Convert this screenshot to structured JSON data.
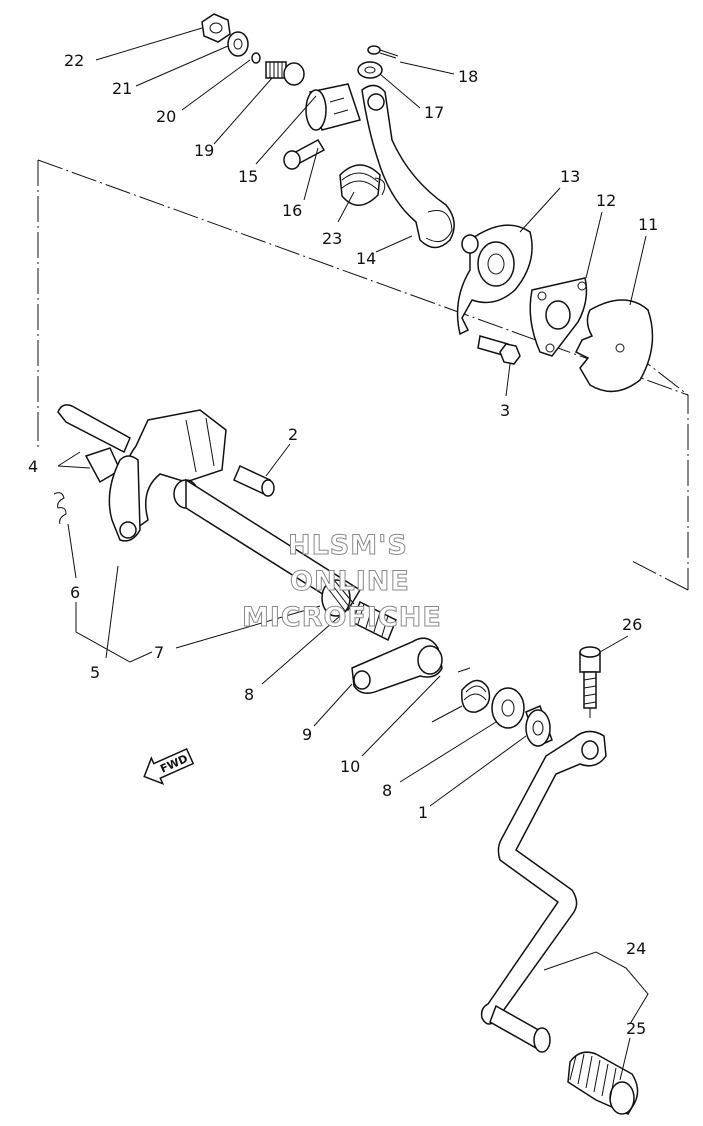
{
  "callouts": [
    {
      "id": "22",
      "text": "22"
    },
    {
      "id": "21",
      "text": "21"
    },
    {
      "id": "20",
      "text": "20"
    },
    {
      "id": "19",
      "text": "19"
    },
    {
      "id": "18",
      "text": "18"
    },
    {
      "id": "17",
      "text": "17"
    },
    {
      "id": "15",
      "text": "15"
    },
    {
      "id": "16",
      "text": "16"
    },
    {
      "id": "23",
      "text": "23"
    },
    {
      "id": "14",
      "text": "14"
    },
    {
      "id": "13",
      "text": "13"
    },
    {
      "id": "12",
      "text": "12"
    },
    {
      "id": "11",
      "text": "11"
    },
    {
      "id": "3",
      "text": "3"
    },
    {
      "id": "2",
      "text": "2"
    },
    {
      "id": "4",
      "text": "4"
    },
    {
      "id": "6",
      "text": "6"
    },
    {
      "id": "5",
      "text": "5"
    },
    {
      "id": "7",
      "text": "7"
    },
    {
      "id": "8a",
      "text": "8"
    },
    {
      "id": "9",
      "text": "9"
    },
    {
      "id": "10",
      "text": "10"
    },
    {
      "id": "8b",
      "text": "8"
    },
    {
      "id": "1",
      "text": "1"
    },
    {
      "id": "26",
      "text": "26"
    },
    {
      "id": "24",
      "text": "24"
    },
    {
      "id": "25",
      "text": "25"
    }
  ],
  "watermark": {
    "line1": "HLSM'S",
    "line2": "ONLINE",
    "line3": "MICROFICHE"
  },
  "fwd_arrow": {
    "text": "FWD"
  }
}
